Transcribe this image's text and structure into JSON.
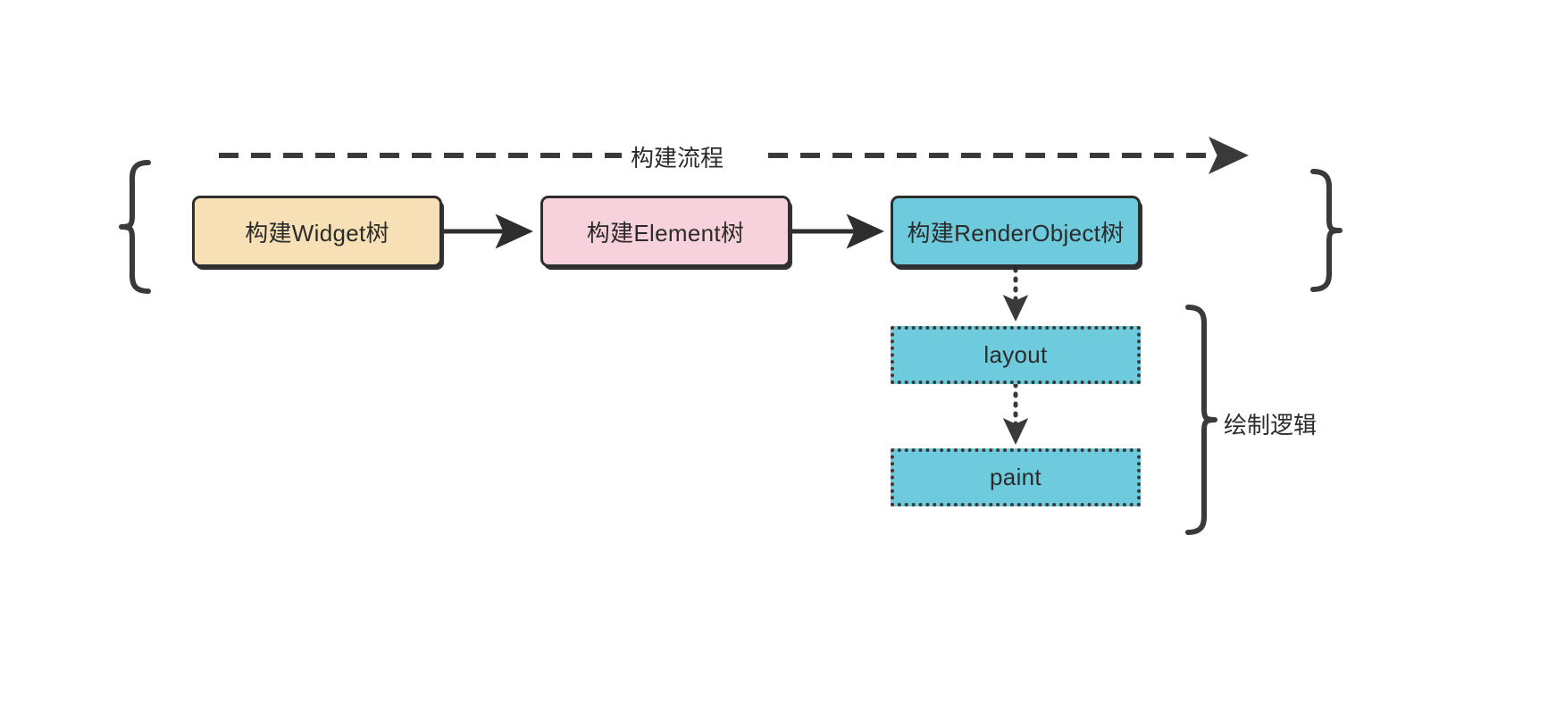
{
  "diagram": {
    "title_label_top": "构建流程",
    "title_label_right": "绘制逻辑",
    "colors": {
      "widget_fill": "#f7e0b5",
      "element_fill": "#f7d2dc",
      "render_fill": "#6ecbdd",
      "layout_fill": "#6ecbdd",
      "paint_fill": "#6ecbdd",
      "stroke": "#2e2e2e",
      "text": "#2b2b2b",
      "background": "#ffffff"
    },
    "nodes": [
      {
        "id": "widget",
        "label": "构建Widget树",
        "style": "solid"
      },
      {
        "id": "element",
        "label": "构建Element树",
        "style": "solid"
      },
      {
        "id": "render",
        "label": "构建RenderObject树",
        "style": "solid"
      },
      {
        "id": "layout",
        "label": "layout",
        "style": "dotted"
      },
      {
        "id": "paint",
        "label": "paint",
        "style": "dotted"
      }
    ],
    "edges": [
      {
        "from": "widget",
        "to": "element",
        "style": "solid-arrow"
      },
      {
        "from": "element",
        "to": "render",
        "style": "solid-arrow"
      },
      {
        "from": "render",
        "to": "layout",
        "style": "dotted-arrow"
      },
      {
        "from": "layout",
        "to": "paint",
        "style": "dotted-arrow"
      }
    ],
    "braces": [
      {
        "id": "left-brace",
        "orientation": "left",
        "groups": [
          "widget",
          "element",
          "render"
        ]
      },
      {
        "id": "right-brace-build",
        "orientation": "right",
        "groups": [
          "widget",
          "element",
          "render"
        ]
      },
      {
        "id": "right-brace-paint",
        "orientation": "right",
        "label": "绘制逻辑",
        "groups": [
          "layout",
          "paint"
        ]
      }
    ],
    "flow_arrow": {
      "label": "构建流程",
      "style": "dashed-arrow",
      "direction": "left-to-right"
    }
  }
}
